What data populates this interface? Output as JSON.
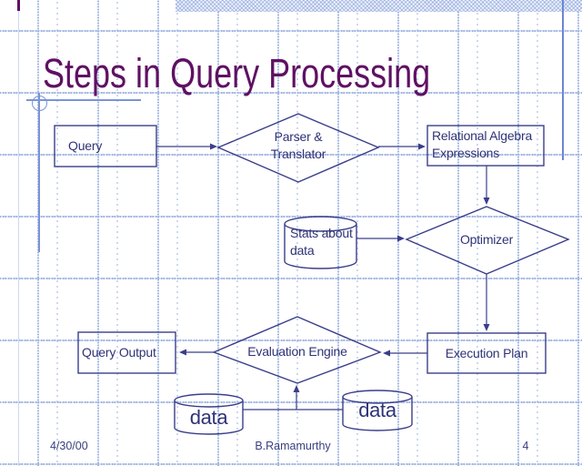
{
  "slide": {
    "title": "Steps in Query Processing",
    "footer": {
      "date": "4/30/00",
      "author": "B.Ramamurthy",
      "page_number": "4"
    }
  },
  "diagram": {
    "query_box": {
      "label": "Query"
    },
    "parser_diamond": {
      "line1": "Parser &",
      "line2": "Translator"
    },
    "relational_algebra_box": {
      "line1": "Relational Algebra",
      "line2": "Expressions"
    },
    "stats_cylinder": {
      "line1": "Stats about",
      "line2": "data"
    },
    "optimizer_diamond": {
      "label": "Optimizer"
    },
    "query_output_box": {
      "label": "Query Output"
    },
    "evaluation_diamond": {
      "label": "Evaluation Engine"
    },
    "execution_plan_box": {
      "label": "Execution Plan"
    },
    "data_cylinder_left": {
      "label": "data"
    },
    "data_cylinder_right": {
      "label": "data"
    }
  },
  "colors": {
    "title": "#5f1163",
    "line": "#3a3e8a",
    "text": "#2f3376",
    "accent-blue": "#7b93d8",
    "grid-major": "#9fb4e0",
    "grid-minor": "#c7d3ee"
  }
}
